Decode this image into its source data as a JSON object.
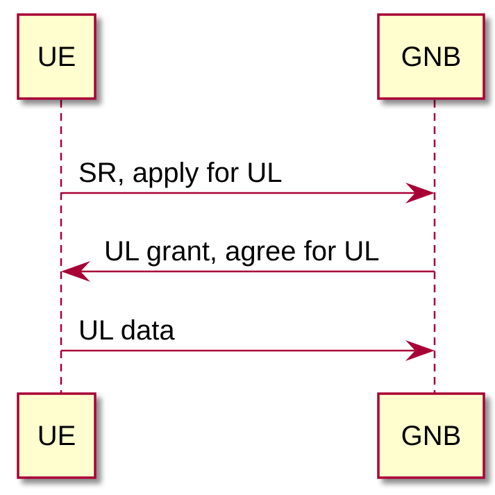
{
  "colors": {
    "participant_fill": "#FEFECE",
    "participant_border": "#A80036",
    "line": "#A80036",
    "text": "#000000",
    "shadow": "#9A9A9A"
  },
  "participants": [
    {
      "id": "ue",
      "label": "UE"
    },
    {
      "id": "gnb",
      "label": "GNB"
    }
  ],
  "messages": [
    {
      "from": "ue",
      "to": "gnb",
      "label": "SR, apply for UL"
    },
    {
      "from": "gnb",
      "to": "ue",
      "label": "UL grant, agree for UL"
    },
    {
      "from": "ue",
      "to": "gnb",
      "label": "UL data"
    }
  ]
}
